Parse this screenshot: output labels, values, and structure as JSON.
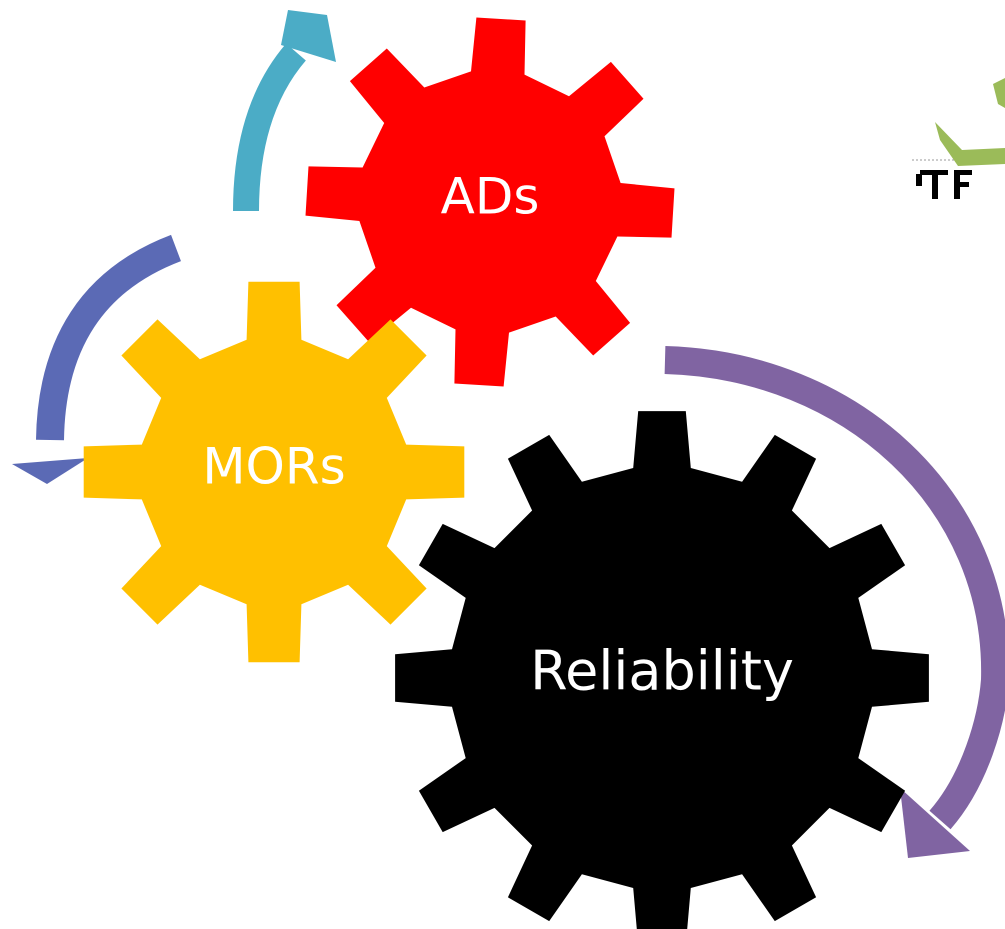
{
  "gears": [
    {
      "id": "ads",
      "label": "ADs",
      "color": "#ff0000",
      "text_color": "#ffffff",
      "teeth": 8
    },
    {
      "id": "mors",
      "label": "MORs",
      "color": "#ffc000",
      "text_color": "#ffffff",
      "teeth": 8
    },
    {
      "id": "reliability",
      "label": "Reliability",
      "color": "#000000",
      "text_color": "#ffffff",
      "teeth": 12
    }
  ],
  "arrows": [
    {
      "id": "teal",
      "color": "#4bacc6"
    },
    {
      "id": "blue",
      "color": "#5b6ab5"
    },
    {
      "id": "purple",
      "color": "#8064a2"
    }
  ],
  "logo": {
    "icon": "airplane-logo-icon",
    "colors": {
      "wing": "#9bbb59",
      "body": "#000000"
    }
  }
}
